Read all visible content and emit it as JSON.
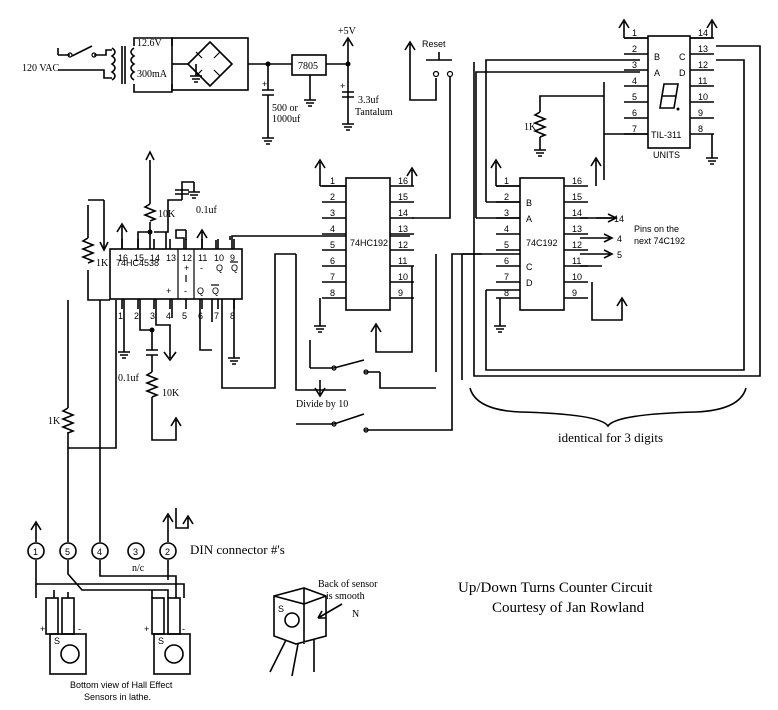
{
  "power": {
    "mains": "120 VAC",
    "transformer_v": "12.6V",
    "transformer_i": "300mA",
    "filter_cap_a": "500 or",
    "filter_cap_b": "1000uf",
    "regulator": "7805",
    "vcc": "+5V",
    "tant_a": "3.3uf",
    "tant_b": "Tantalum"
  },
  "reset_label": "Reset",
  "oneshot": {
    "name": "74HC4538",
    "top_pins": [
      "16",
      "15",
      "14",
      "13",
      "12",
      "11",
      "10",
      "9"
    ],
    "bottom_pins": [
      "1",
      "2",
      "3",
      "4",
      "5",
      "6",
      "7",
      "8"
    ],
    "r_top": "10K",
    "c_top": "0.1uf",
    "r_bot": "10K",
    "c_bot": "0.1uf",
    "r_pull": "1K"
  },
  "counter1": {
    "name": "74HC192",
    "left_pins": [
      "1",
      "2",
      "3",
      "4",
      "5",
      "6",
      "7",
      "8"
    ],
    "right_pins": [
      "16",
      "15",
      "14",
      "13",
      "12",
      "11",
      "10",
      "9"
    ]
  },
  "counter2": {
    "name": "74C192",
    "left_pins": [
      "1",
      "2",
      "3",
      "4",
      "5",
      "6",
      "7",
      "8"
    ],
    "right_pins": [
      "16",
      "15",
      "14",
      "13",
      "12",
      "11",
      "10",
      "9"
    ],
    "left_inner": [
      "B",
      "A",
      "",
      "",
      "C",
      "D"
    ],
    "out_pins": [
      "14",
      "4",
      "5"
    ],
    "next_note_a": "Pins on the",
    "next_note_b": "next 74C192"
  },
  "display": {
    "name": "TIL-311",
    "caption": "UNITS",
    "left_pins": [
      "1",
      "2",
      "3",
      "4",
      "5",
      "6",
      "7"
    ],
    "right_pins": [
      "14",
      "13",
      "12",
      "11",
      "10",
      "9",
      "8"
    ],
    "inner_left": [
      "B",
      "A"
    ],
    "inner_right": [
      "C",
      "D"
    ],
    "r_label": "1K"
  },
  "divide_label": "Divide by 10",
  "identical_label": "identical for 3 digits",
  "din": {
    "circles": [
      "1",
      "5",
      "4",
      "3",
      "2"
    ],
    "nc": "n/c",
    "caption": "DIN connector #'s",
    "r_label": "1K"
  },
  "sensors": {
    "plus": "+",
    "minus": "-",
    "s": "S",
    "caption_a": "Bottom view of Hall Effect",
    "caption_b": "Sensors in lathe."
  },
  "back_sensor": {
    "line1": "Back of sensor",
    "line2": "is smooth",
    "pole": "N",
    "s": "S"
  },
  "title": {
    "line1": "Up/Down Turns Counter Circuit",
    "line2": "Courtesy of Jan Rowland"
  }
}
